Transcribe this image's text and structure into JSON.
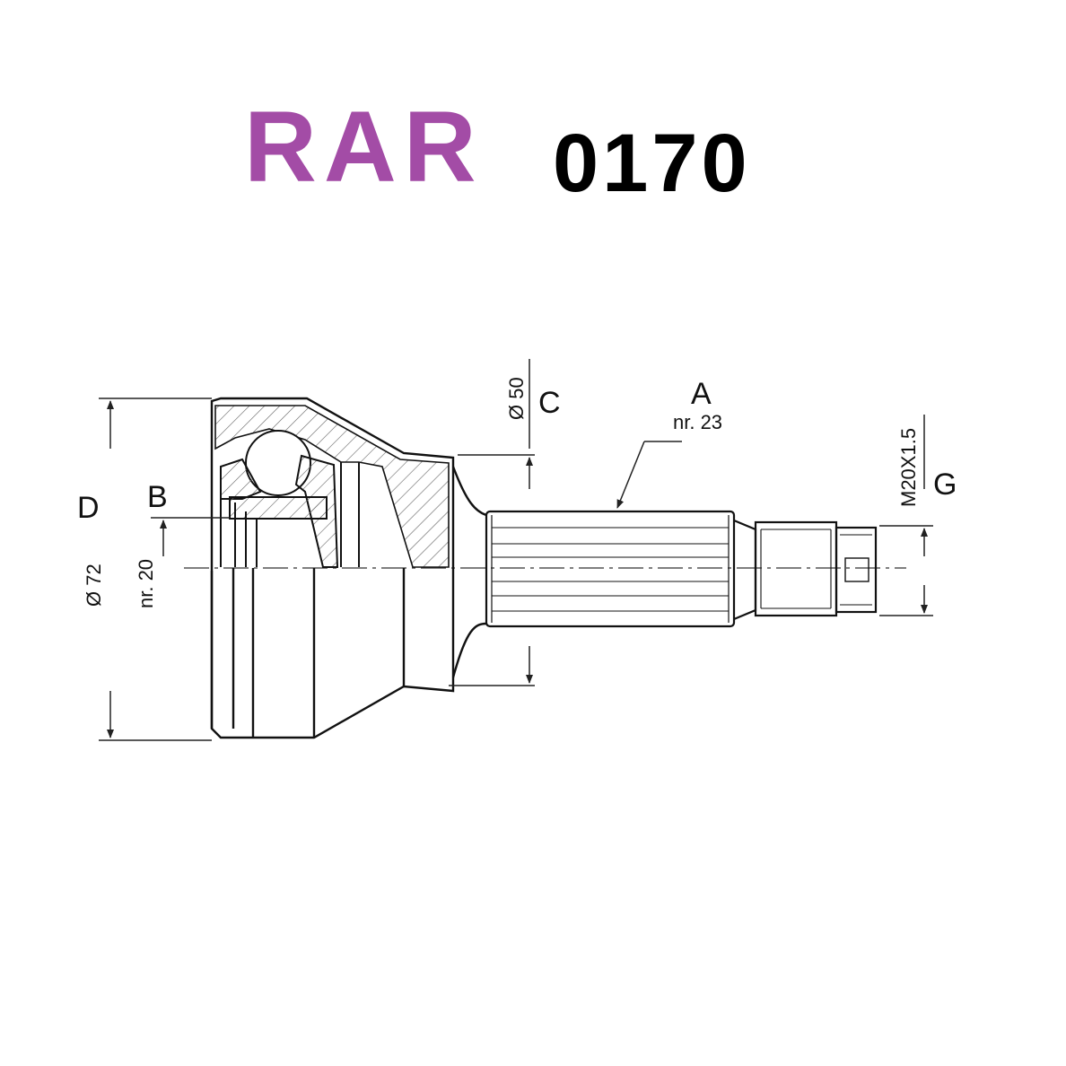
{
  "header": {
    "brand": "RAR",
    "part_number": "0170",
    "brand_color": "#a34ca6"
  },
  "labels": {
    "A": "A",
    "A_spec": "nr. 23",
    "B": "B",
    "B_spec": "nr. 20",
    "C": "C",
    "C_spec": "Ø 50",
    "D": "D",
    "D_spec": "Ø 72",
    "G": "G",
    "G_spec": "M20X1.5"
  }
}
